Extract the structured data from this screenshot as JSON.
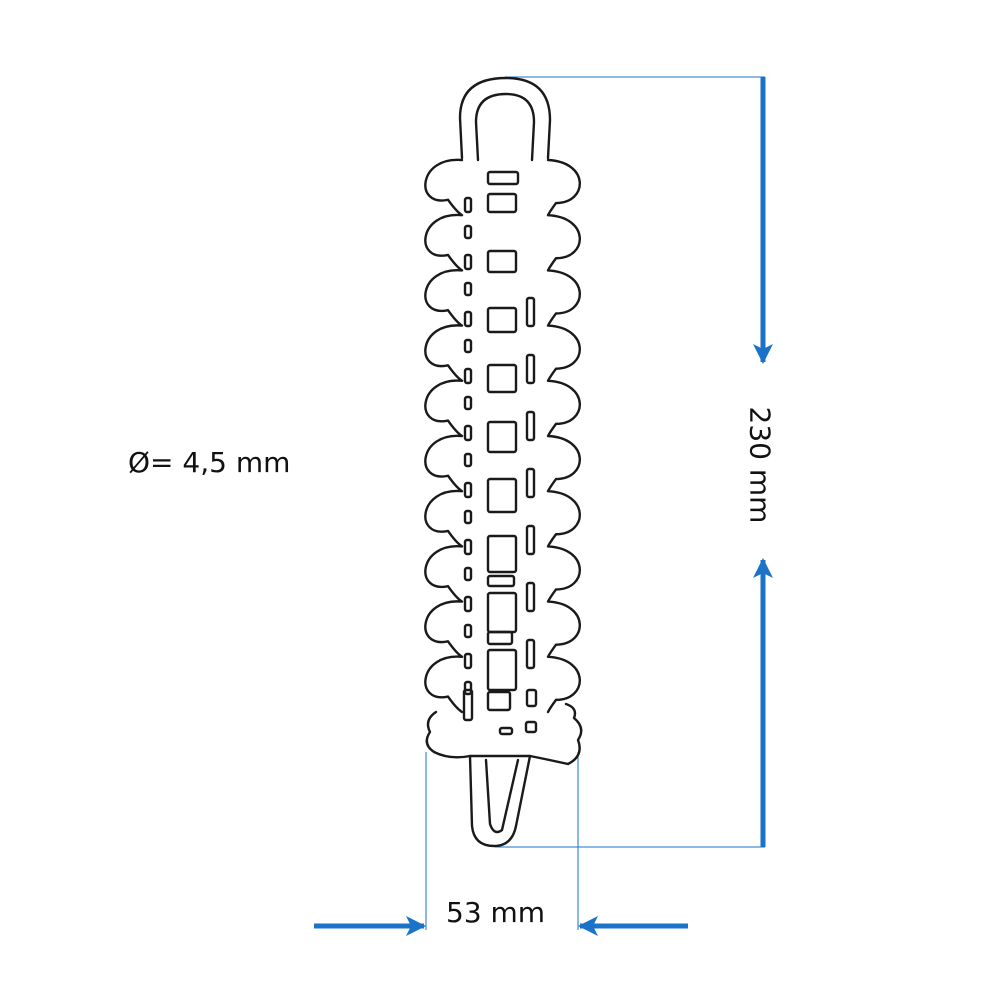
{
  "labels": {
    "diameter": "Ø= 4,5 mm",
    "height": "230 mm",
    "width": "53 mm"
  },
  "colors": {
    "dimension": "#1a73c9",
    "outline": "#1a1a1a",
    "background": "#ffffff"
  }
}
